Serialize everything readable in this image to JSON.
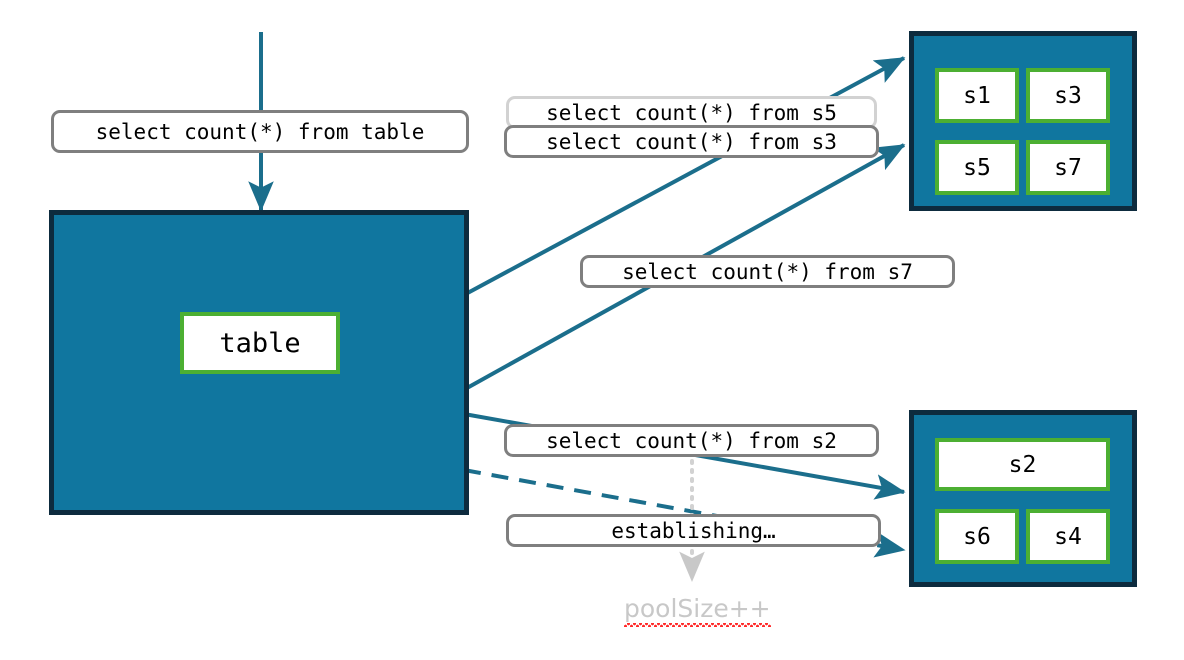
{
  "diagram": {
    "colors": {
      "pool_fill": "#10769F",
      "pool_border": "#0D2B3E",
      "leaf_border": "#4CAF32",
      "leaf_fill": "#FFFFFF",
      "edge": "#1B6E8C",
      "pill_border": "#7F7F7F",
      "pill_border_ghost": "#D2D2D2",
      "annotation_text": "#C8C8C8",
      "spellcheck_underline": "#FF2A2A",
      "dotted_guide": "#D2D2D2"
    },
    "source": {
      "query_label": "select count(*) from table",
      "pool_label": "table"
    },
    "pool_top": {
      "connections": [
        "s1",
        "s3",
        "s5",
        "s7"
      ]
    },
    "pool_bottom": {
      "connections": [
        "s2",
        "s6",
        "s4"
      ]
    },
    "edge_labels": {
      "s5": "select count(*) from s5",
      "s3": "select count(*) from s3",
      "s7": "select count(*) from s7",
      "s2": "select count(*) from s2",
      "establishing": "establishing…"
    },
    "annotations": {
      "pool_size": "poolSize++"
    }
  }
}
